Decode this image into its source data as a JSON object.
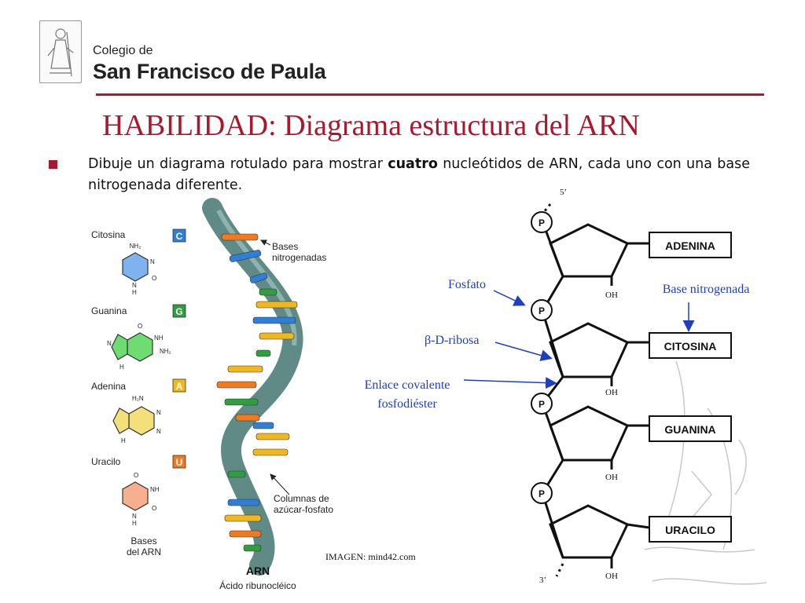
{
  "header": {
    "logo_line1": "Colegio de",
    "logo_line2": "San Francisco de Paula"
  },
  "slide": {
    "title": "HABILIDAD: Diagrama estructura del ARN",
    "body_before": "Dibuje un diagrama rotulado para mostrar ",
    "body_bold": "cuatro",
    "body_after": " nucleótidos de ARN, cada uno con una base nitrogenada diferente."
  },
  "bases_panel": {
    "items": [
      {
        "name": "Citosina",
        "letter": "C",
        "color": "#2f7fd8"
      },
      {
        "name": "Guanina",
        "letter": "G",
        "color": "#2e9e3e"
      },
      {
        "name": "Adenina",
        "letter": "A",
        "color": "#f0b81c"
      },
      {
        "name": "Uracilo",
        "letter": "U",
        "color": "#f07b1f"
      }
    ],
    "caption_line1": "Bases",
    "caption_line2": "del ARN",
    "atom_nh2": "NH₂",
    "atom_n": "N",
    "atom_nh": "NH",
    "atom_h": "H",
    "atom_o": "O",
    "atom_h2n": "H₂N"
  },
  "helix": {
    "label_bases_1": "Bases",
    "label_bases_2": "nitrogenadas",
    "label_cols_1": "Columnas de",
    "label_cols_2": "azúcar-fosfato",
    "caption_title": "ARN",
    "caption_sub": "Ácido ribunocléico",
    "image_credit": "IMAGEN: mind42.com"
  },
  "structure": {
    "end_top": "5’",
    "end_bottom": "3’",
    "phosphate": "P",
    "oh": "OH",
    "bases": [
      "ADENINA",
      "CITOSINA",
      "GUANINA",
      "URACILO"
    ],
    "label_fosfato": "Fosfato",
    "label_ribosa": "β-D-ribosa",
    "label_enlace_1": "Enlace covalente",
    "label_enlace_2": "fosfodiéster",
    "label_base": "Base nitrogenada",
    "colors": {
      "label_blue": "#1f3fbf",
      "base_border": "#111111",
      "title_red": "#a6192e"
    }
  }
}
